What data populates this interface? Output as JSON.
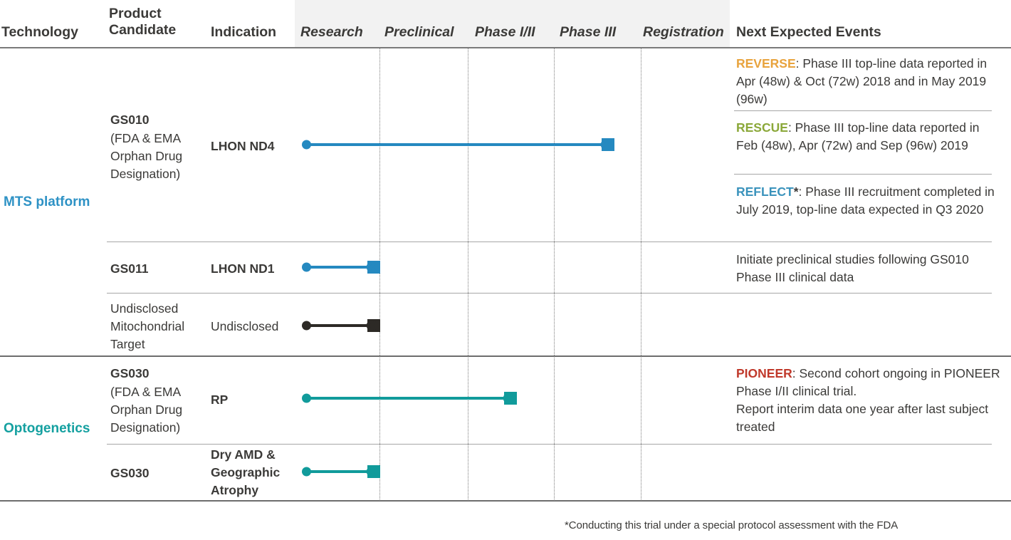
{
  "colors": {
    "mts_blue": "#2e92c5",
    "opto_teal": "#14a0a0",
    "arrow_blue": "#2589c0",
    "arrow_teal": "#119b9b",
    "arrow_black": "#2d2a26",
    "tag_reverse_orange": "#e8a33d",
    "tag_rescue_green": "#8ba839",
    "tag_reflect_blue": "#3b93bc",
    "tag_pioneer_red": "#c0392b",
    "header_band": "#f2f2f2",
    "rule": "#6d6d6d",
    "text": "#3b3a38"
  },
  "header": {
    "technology": "Technology",
    "product_candidate": "Product\nCandidate",
    "indication": "Indication",
    "research": "Research",
    "preclinical": "Preclinical",
    "phase_1_2": "Phase I/II",
    "phase_3": "Phase III",
    "registration": "Registration",
    "next_expected_events": "Next Expected Events"
  },
  "technologies": [
    {
      "label": "MTS platform"
    },
    {
      "label": "Optogenetics"
    }
  ],
  "rows": [
    {
      "candidate_name": "GS010",
      "candidate_note": "(FDA & EMA\nOrphan Drug\nDesignation)",
      "indication": "LHON ND4",
      "stage_reached": "Phase III",
      "arrow_color": "#2589c0"
    },
    {
      "candidate_name": "GS011",
      "candidate_note": "",
      "indication": "LHON ND1",
      "stage_reached": "Research",
      "arrow_color": "#2589c0"
    },
    {
      "candidate_name": "Undisclosed\nMitochondrial\nTarget",
      "candidate_note": "",
      "indication": "Undisclosed",
      "stage_reached": "Research",
      "arrow_color": "#2d2a26"
    },
    {
      "candidate_name": "GS030",
      "candidate_note": "(FDA & EMA\nOrphan Drug\nDesignation)",
      "indication": "RP",
      "stage_reached": "Phase I/II",
      "arrow_color": "#119b9b"
    },
    {
      "candidate_name": "GS030",
      "candidate_note": "",
      "indication": "Dry AMD &\nGeographic\nAtrophy",
      "stage_reached": "Research",
      "arrow_color": "#119b9b"
    }
  ],
  "events": {
    "reverse": {
      "tag": "REVERSE",
      "text": ": Phase III top-line data reported in Apr (48w) & Oct (72w) 2018 and in May 2019 (96w)"
    },
    "rescue": {
      "tag": "RESCUE",
      "text": ": Phase III top-line data reported in Feb (48w), Apr (72w) and Sep (96w) 2019"
    },
    "reflect": {
      "tag": "REFLECT",
      "star": "*",
      "text": ": Phase III recruitment completed in July 2019, top-line data expected in Q3 2020"
    },
    "gs011": {
      "text": "Initiate preclinical studies following GS010 Phase III clinical data"
    },
    "pioneer": {
      "tag": "PIONEER",
      "line1": ": Second cohort ongoing in PIONEER Phase I/II clinical trial.",
      "line2": "Report interim data one year after last subject treated"
    }
  },
  "footnote": "*Conducting this trial under a special protocol assessment with the FDA"
}
